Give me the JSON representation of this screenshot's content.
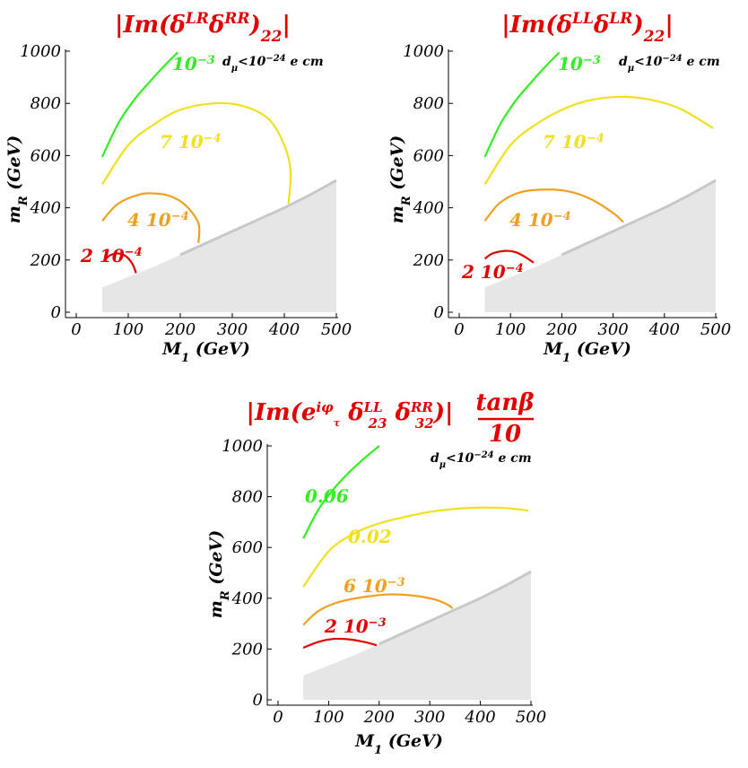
{
  "colors": {
    "green": "#33ee22",
    "yellow": "#f0e020",
    "orange": "#f0a020",
    "red": "#e00000",
    "title": "#e00000",
    "excluded_fill": "#e6e6e6",
    "excluded_edge": "#c8c8c8"
  },
  "chart_data": [
    {
      "type": "line",
      "title": "|Im(δ^{LR} δ^{RR})_{22}|",
      "annotation": "d_μ<10^{-24} e cm",
      "xlabel": "M_1 (GeV)",
      "ylabel": "m_R (GeV)",
      "xlim": [
        0,
        500
      ],
      "ylim": [
        0,
        1000
      ],
      "xticks": [
        0,
        100,
        200,
        300,
        400,
        500
      ],
      "yticks": [
        0,
        200,
        400,
        600,
        800,
        1000
      ],
      "grid": false,
      "excluded_region": {
        "x": [
          50,
          100,
          150,
          200,
          250,
          300,
          350,
          400,
          450,
          500
        ],
        "y": [
          95,
          135,
          175,
          220,
          265,
          310,
          355,
          400,
          450,
          505
        ]
      },
      "series": [
        {
          "name": "10^{-3}",
          "color": "green",
          "x": [
            50,
            80,
            110,
            140,
            170,
            195
          ],
          "y": [
            595,
            720,
            810,
            880,
            945,
            995
          ]
        },
        {
          "name": "7 10^{-4}",
          "color": "yellow",
          "x": [
            50,
            100,
            150,
            200,
            265,
            320,
            370,
            400,
            412,
            408
          ],
          "y": [
            490,
            640,
            720,
            775,
            800,
            790,
            740,
            640,
            540,
            415
          ]
        },
        {
          "name": "4 10^{-4}",
          "color": "orange",
          "x": [
            50,
            80,
            120,
            150,
            180,
            210,
            235,
            235
          ],
          "y": [
            350,
            415,
            450,
            455,
            445,
            410,
            340,
            265
          ]
        },
        {
          "name": "2 10^{-4}",
          "color": "red",
          "x": [
            55,
            65,
            80,
            95,
            108,
            115
          ],
          "y": [
            200,
            218,
            225,
            215,
            185,
            150
          ]
        }
      ]
    },
    {
      "type": "line",
      "title": "|Im(δ^{LL} δ^{LR})_{22}|",
      "annotation": "d_μ<10^{-24} e cm",
      "xlabel": "M_1 (GeV)",
      "ylabel": "m_R (GeV)",
      "xlim": [
        0,
        500
      ],
      "ylim": [
        0,
        1000
      ],
      "xticks": [
        0,
        100,
        200,
        300,
        400,
        500
      ],
      "yticks": [
        0,
        200,
        400,
        600,
        800,
        1000
      ],
      "grid": false,
      "excluded_region": {
        "x": [
          50,
          100,
          150,
          200,
          250,
          300,
          350,
          400,
          450,
          500
        ],
        "y": [
          95,
          135,
          175,
          220,
          265,
          310,
          355,
          400,
          450,
          505
        ]
      },
      "series": [
        {
          "name": "10^{-3}",
          "color": "green",
          "x": [
            50,
            80,
            110,
            140,
            170,
            195
          ],
          "y": [
            595,
            720,
            810,
            880,
            945,
            995
          ]
        },
        {
          "name": "7 10^{-4}",
          "color": "yellow",
          "x": [
            50,
            100,
            150,
            200,
            250,
            310,
            370,
            430,
            495
          ],
          "y": [
            490,
            640,
            720,
            775,
            810,
            825,
            815,
            780,
            705
          ]
        },
        {
          "name": "4 10^{-4}",
          "color": "orange",
          "x": [
            50,
            80,
            120,
            175,
            220,
            260,
            300,
            320
          ],
          "y": [
            350,
            420,
            460,
            470,
            460,
            430,
            380,
            345
          ]
        },
        {
          "name": "2 10^{-4}",
          "color": "red",
          "x": [
            50,
            65,
            90,
            110,
            130,
            145
          ],
          "y": [
            205,
            225,
            235,
            230,
            210,
            190
          ]
        }
      ]
    },
    {
      "type": "line",
      "title": "|Im(e^{iφ_τ} δ^{LL}_{23} δ^{RR}_{32})| tanβ/10",
      "annotation": "d_μ<10^{-24} e cm",
      "xlabel": "M_1 (GeV)",
      "ylabel": "m_R (GeV)",
      "xlim": [
        0,
        500
      ],
      "ylim": [
        0,
        1000
      ],
      "xticks": [
        0,
        100,
        200,
        300,
        400,
        500
      ],
      "yticks": [
        0,
        200,
        400,
        600,
        800,
        1000
      ],
      "grid": false,
      "excluded_region": {
        "x": [
          50,
          100,
          150,
          200,
          250,
          300,
          350,
          400,
          450,
          500
        ],
        "y": [
          95,
          135,
          175,
          220,
          265,
          310,
          355,
          400,
          450,
          505
        ]
      },
      "series": [
        {
          "name": "0.06",
          "color": "green",
          "x": [
            50,
            80,
            110,
            140,
            170,
            200
          ],
          "y": [
            635,
            750,
            830,
            895,
            950,
            1000
          ]
        },
        {
          "name": "0.02",
          "color": "yellow",
          "x": [
            50,
            100,
            150,
            200,
            250,
            300,
            350,
            400,
            450,
            495
          ],
          "y": [
            445,
            585,
            655,
            695,
            720,
            740,
            752,
            757,
            755,
            745
          ]
        },
        {
          "name": "6 10^{-3}",
          "color": "orange",
          "x": [
            50,
            80,
            120,
            170,
            220,
            270,
            310,
            335,
            345
          ],
          "y": [
            295,
            350,
            385,
            405,
            415,
            410,
            395,
            375,
            360
          ]
        },
        {
          "name": "2 10^{-3}",
          "color": "red",
          "x": [
            50,
            80,
            110,
            140,
            170,
            195
          ],
          "y": [
            205,
            228,
            240,
            238,
            228,
            215
          ]
        }
      ]
    }
  ]
}
